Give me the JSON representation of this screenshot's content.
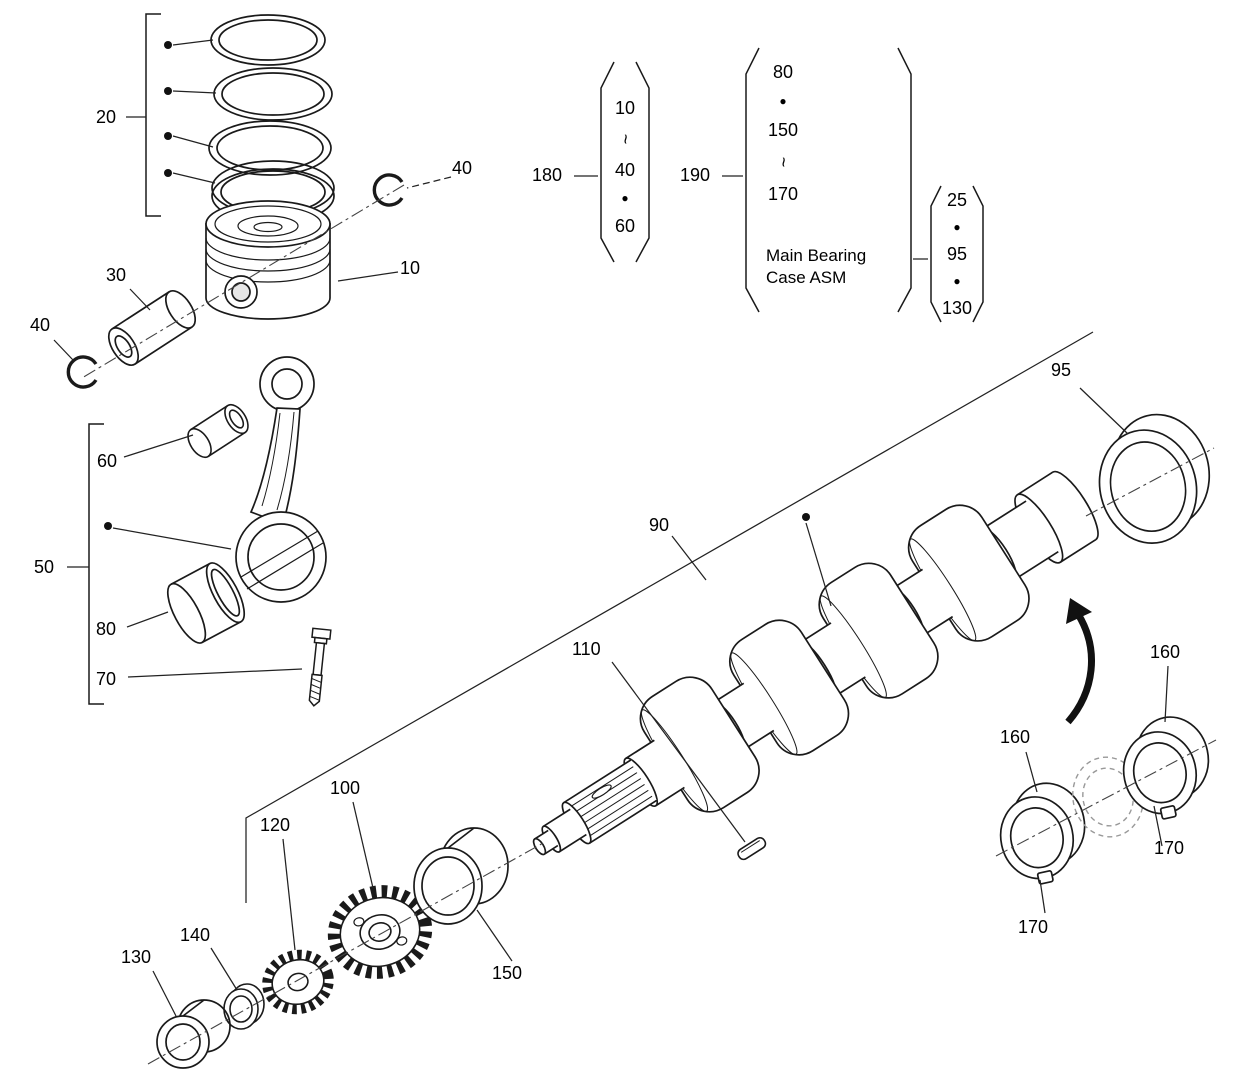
{
  "colors": {
    "line": "#1a1a1a",
    "paper": "#ffffff"
  },
  "callouts": {
    "rings_group": "20",
    "piston": "10",
    "piston_pin": "30",
    "circlip_top": "40",
    "circlip_left": "40",
    "rod_group": "50",
    "bushing": "60",
    "bolt": "70",
    "rod_bearing": "80",
    "crankshaft": "90",
    "main_bearing": "95",
    "gear": "100",
    "key": "110",
    "small_gear": "120",
    "ring": "130",
    "washer": "140",
    "bearing_shell": "150",
    "thrust_left": "160",
    "thrust_right": "160",
    "thrust_bottom": "170",
    "thrust_far_right": "170"
  },
  "group180": {
    "label": "180",
    "item1": "10",
    "tilde": "~",
    "item2": "40",
    "dot": "●",
    "item3": "60"
  },
  "group190": {
    "label": "190",
    "item1": "80",
    "dot1": "●",
    "item2": "150",
    "tilde": "~",
    "item3": "170",
    "caption_line1": "Main Bearing",
    "caption_line2": "Case ASM",
    "sub": {
      "item1": "25",
      "dot1": "●",
      "item2": "95",
      "dot2": "●",
      "item3": "130"
    }
  }
}
